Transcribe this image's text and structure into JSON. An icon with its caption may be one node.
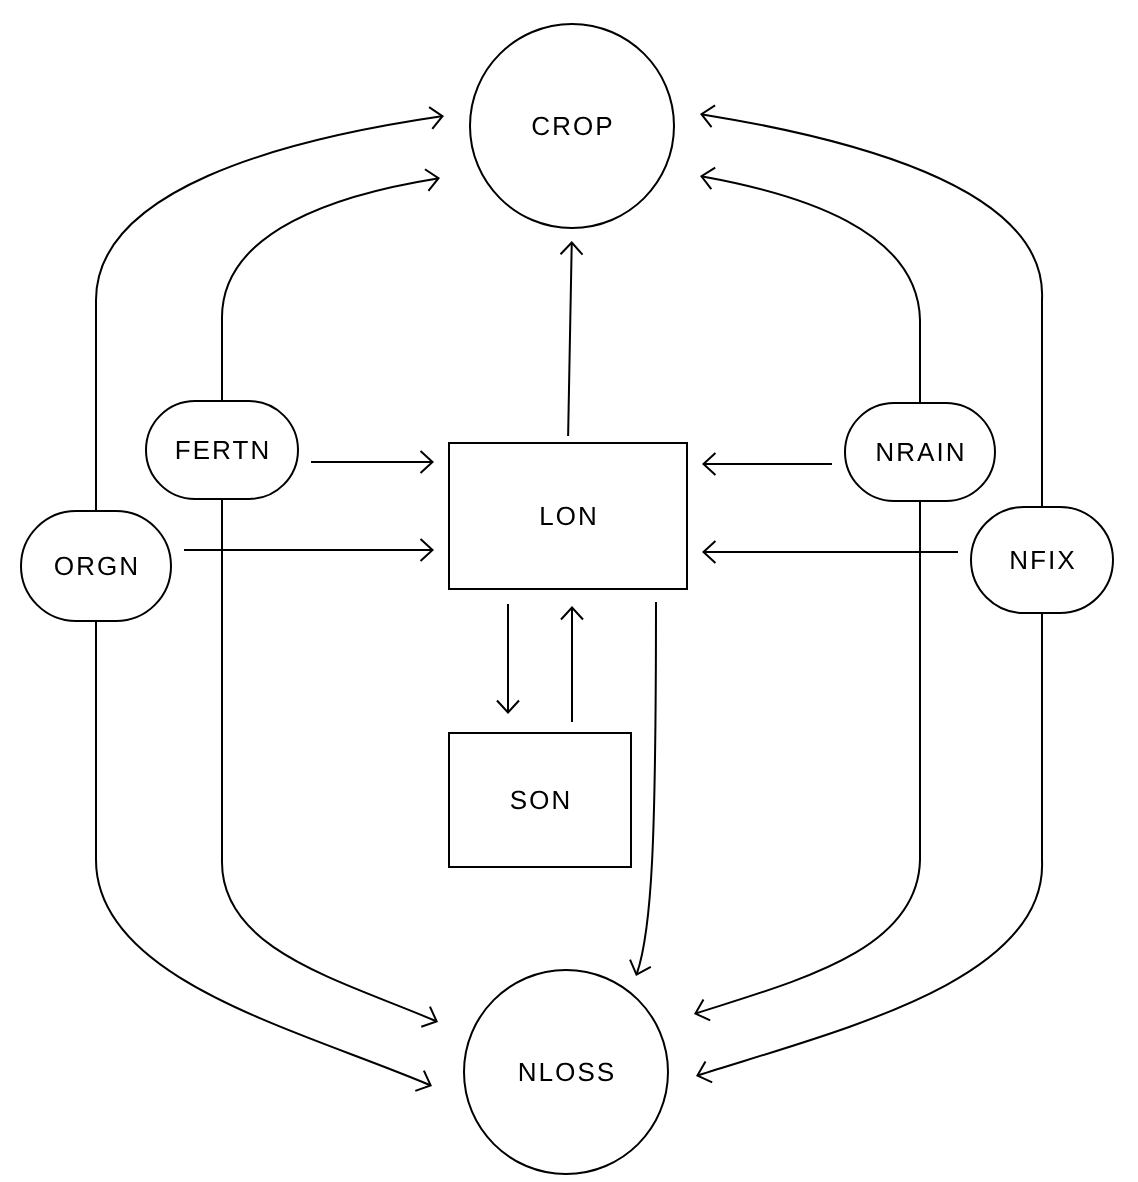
{
  "diagram": {
    "nodes": [
      {
        "text": [
          "CROP"
        ]
      },
      {
        "text": [
          "FERTN"
        ]
      },
      {
        "text": [
          "NRAIN"
        ]
      },
      {
        "text": [
          "ORGN"
        ]
      },
      {
        "text": [
          "LON"
        ]
      },
      {
        "text": [
          "NFIX"
        ]
      },
      {
        "text": [
          "SON"
        ]
      },
      {
        "text": [
          "NLOSS"
        ]
      }
    ],
    "edges": [
      {
        "from": 4,
        "to": 0,
        "arrow": "to"
      },
      {
        "from": 1,
        "to": 4,
        "arrow": "to"
      },
      {
        "from": 2,
        "to": 4,
        "arrow": "to"
      },
      {
        "from": 3,
        "to": 4,
        "arrow": "to"
      },
      {
        "from": 5,
        "to": 4,
        "arrow": "to"
      },
      {
        "from": 4,
        "to": 6,
        "arrow": "to"
      },
      {
        "from": 6,
        "to": 4,
        "arrow": "to"
      },
      {
        "from": 4,
        "to": 7,
        "arrow": "to"
      },
      {
        "from": 3,
        "to": 0,
        "arrow": "to"
      },
      {
        "from": 1,
        "to": 0,
        "arrow": "to"
      },
      {
        "from": 2,
        "to": 0,
        "arrow": "to"
      },
      {
        "from": 5,
        "to": 0,
        "arrow": "to"
      },
      {
        "from": 3,
        "to": 7,
        "arrow": "to"
      },
      {
        "from": 1,
        "to": 7,
        "arrow": "to"
      },
      {
        "from": 2,
        "to": 7,
        "arrow": "to"
      },
      {
        "from": 5,
        "to": 7,
        "arrow": "to"
      }
    ]
  }
}
